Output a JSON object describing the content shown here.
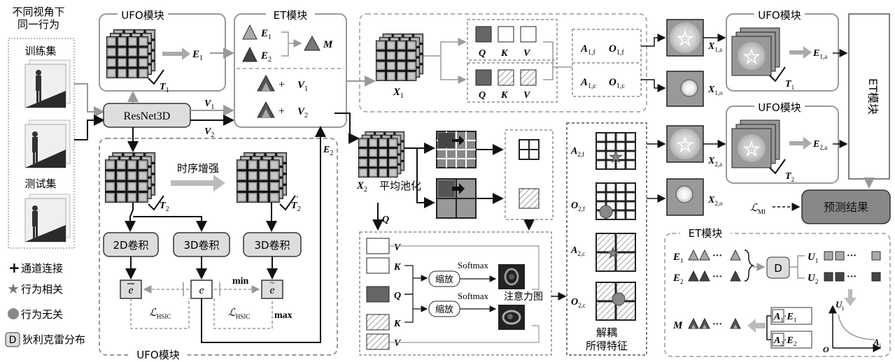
{
  "left_col": {
    "title_line1": "不同视角下",
    "title_line2": "同一行为",
    "train_label": "训练集",
    "test_label": "测试集"
  },
  "legend": {
    "channel_concat": "通道连接",
    "action_related": "行为相关",
    "action_unrelated": "行为无关",
    "dirichlet": "狄利克雷分布",
    "dirichlet_symbol": "D"
  },
  "ufo_top": {
    "title": "UFO模块",
    "E": "E",
    "E_sub": "1",
    "T": "T",
    "T_sub": "1"
  },
  "resnet": {
    "label": "ResNet3D",
    "V1": "V",
    "V1_sub": "1",
    "V2": "V",
    "V2_sub": "2"
  },
  "et_block": {
    "title": "ET模块",
    "E1": "E",
    "E1_sub": "1",
    "E2": "E",
    "E2_sub": "2",
    "M": "M",
    "V1": "V",
    "V1_sub": "1",
    "V2": "V",
    "V2_sub": "2",
    "plus": "+"
  },
  "ufo_bottom": {
    "title": "UFO模块",
    "temporal_enhance": "时序增强",
    "T2": "T",
    "T2_sub": "2",
    "T2p_sub": "2",
    "T2p_prime": "′",
    "conv2d": "2D卷积",
    "conv3d_a": "3D卷积",
    "conv3d_b": "3D卷积",
    "e": "e",
    "e_bar": "e",
    "e_tilde": "e",
    "min": "min",
    "max": "max",
    "L": "ℒ",
    "L_sub": "HSIC",
    "E2": "E",
    "E2_sub": "2"
  },
  "attention_top": {
    "X": "X",
    "X_sub": "1",
    "Q": "Q",
    "K": "K",
    "V": "V",
    "A1f": "A",
    "A1f_sub": "1,f",
    "O1f": "O",
    "O1f_sub": "1,f",
    "A1c": "A",
    "A1c_sub": "1,c",
    "O1c": "O",
    "O1c_sub": "1,c"
  },
  "attention_mid": {
    "X2": "X",
    "X2_sub": "2",
    "avg_pool": "平均池化",
    "Q": "Q",
    "V": "V",
    "K": "K",
    "scale": "缩放",
    "softmax": "Softmax",
    "attn_map": "注意力图"
  },
  "decouple": {
    "A2f": "A",
    "A2f_sub": "2,f",
    "O2f": "O",
    "O2f_sub": "2,f",
    "A2c": "A",
    "A2c_sub": "2,c",
    "O2c": "O",
    "O2c_sub": "2,c",
    "caption1": "解耦",
    "caption2": "所得特征"
  },
  "right_top": {
    "X1a": "X",
    "X1a_sub": "1,a",
    "X1o": "X",
    "X1o_sub": "1,o",
    "X2a": "X",
    "X2a_sub": "2,a",
    "X2o": "X",
    "X2o_sub": "2,o",
    "ufo1_title": "UFO模块",
    "ufo2_title": "UFO模块",
    "E1a": "E",
    "E1a_sub": "1,a",
    "E2a": "E",
    "E2a_sub": "2,a",
    "T1": "T",
    "T1_sub": "1",
    "T2": "T",
    "T2_sub": "2",
    "et_label": "ET模块",
    "pred": "预测结果",
    "L_MI": "ℒ",
    "L_MI_sub": "MI"
  },
  "et_detail": {
    "title": "ET模块",
    "E1": "E",
    "E1_sub": "1",
    "E2": "E",
    "E2_sub": "2",
    "D": "D",
    "U1": "U",
    "U1_sub": "1",
    "U2": "U",
    "U2_sub": "2",
    "dots": "···",
    "A1E1": "A",
    "A1_sub": "1",
    "E1b": "E",
    "E1b_sub": "1",
    "A2E2": "A",
    "A2_sub": "2",
    "E2b": "E",
    "E2b_sub": "2",
    "M": "M",
    "Ui": "U",
    "Ui_sub": "i",
    "Ai": "A",
    "Ai_sub": "i",
    "O": "O"
  },
  "colors": {
    "dark": "#555555",
    "mid": "#999999",
    "light": "#d9d9d9",
    "arrow": "#b3b3b3"
  }
}
